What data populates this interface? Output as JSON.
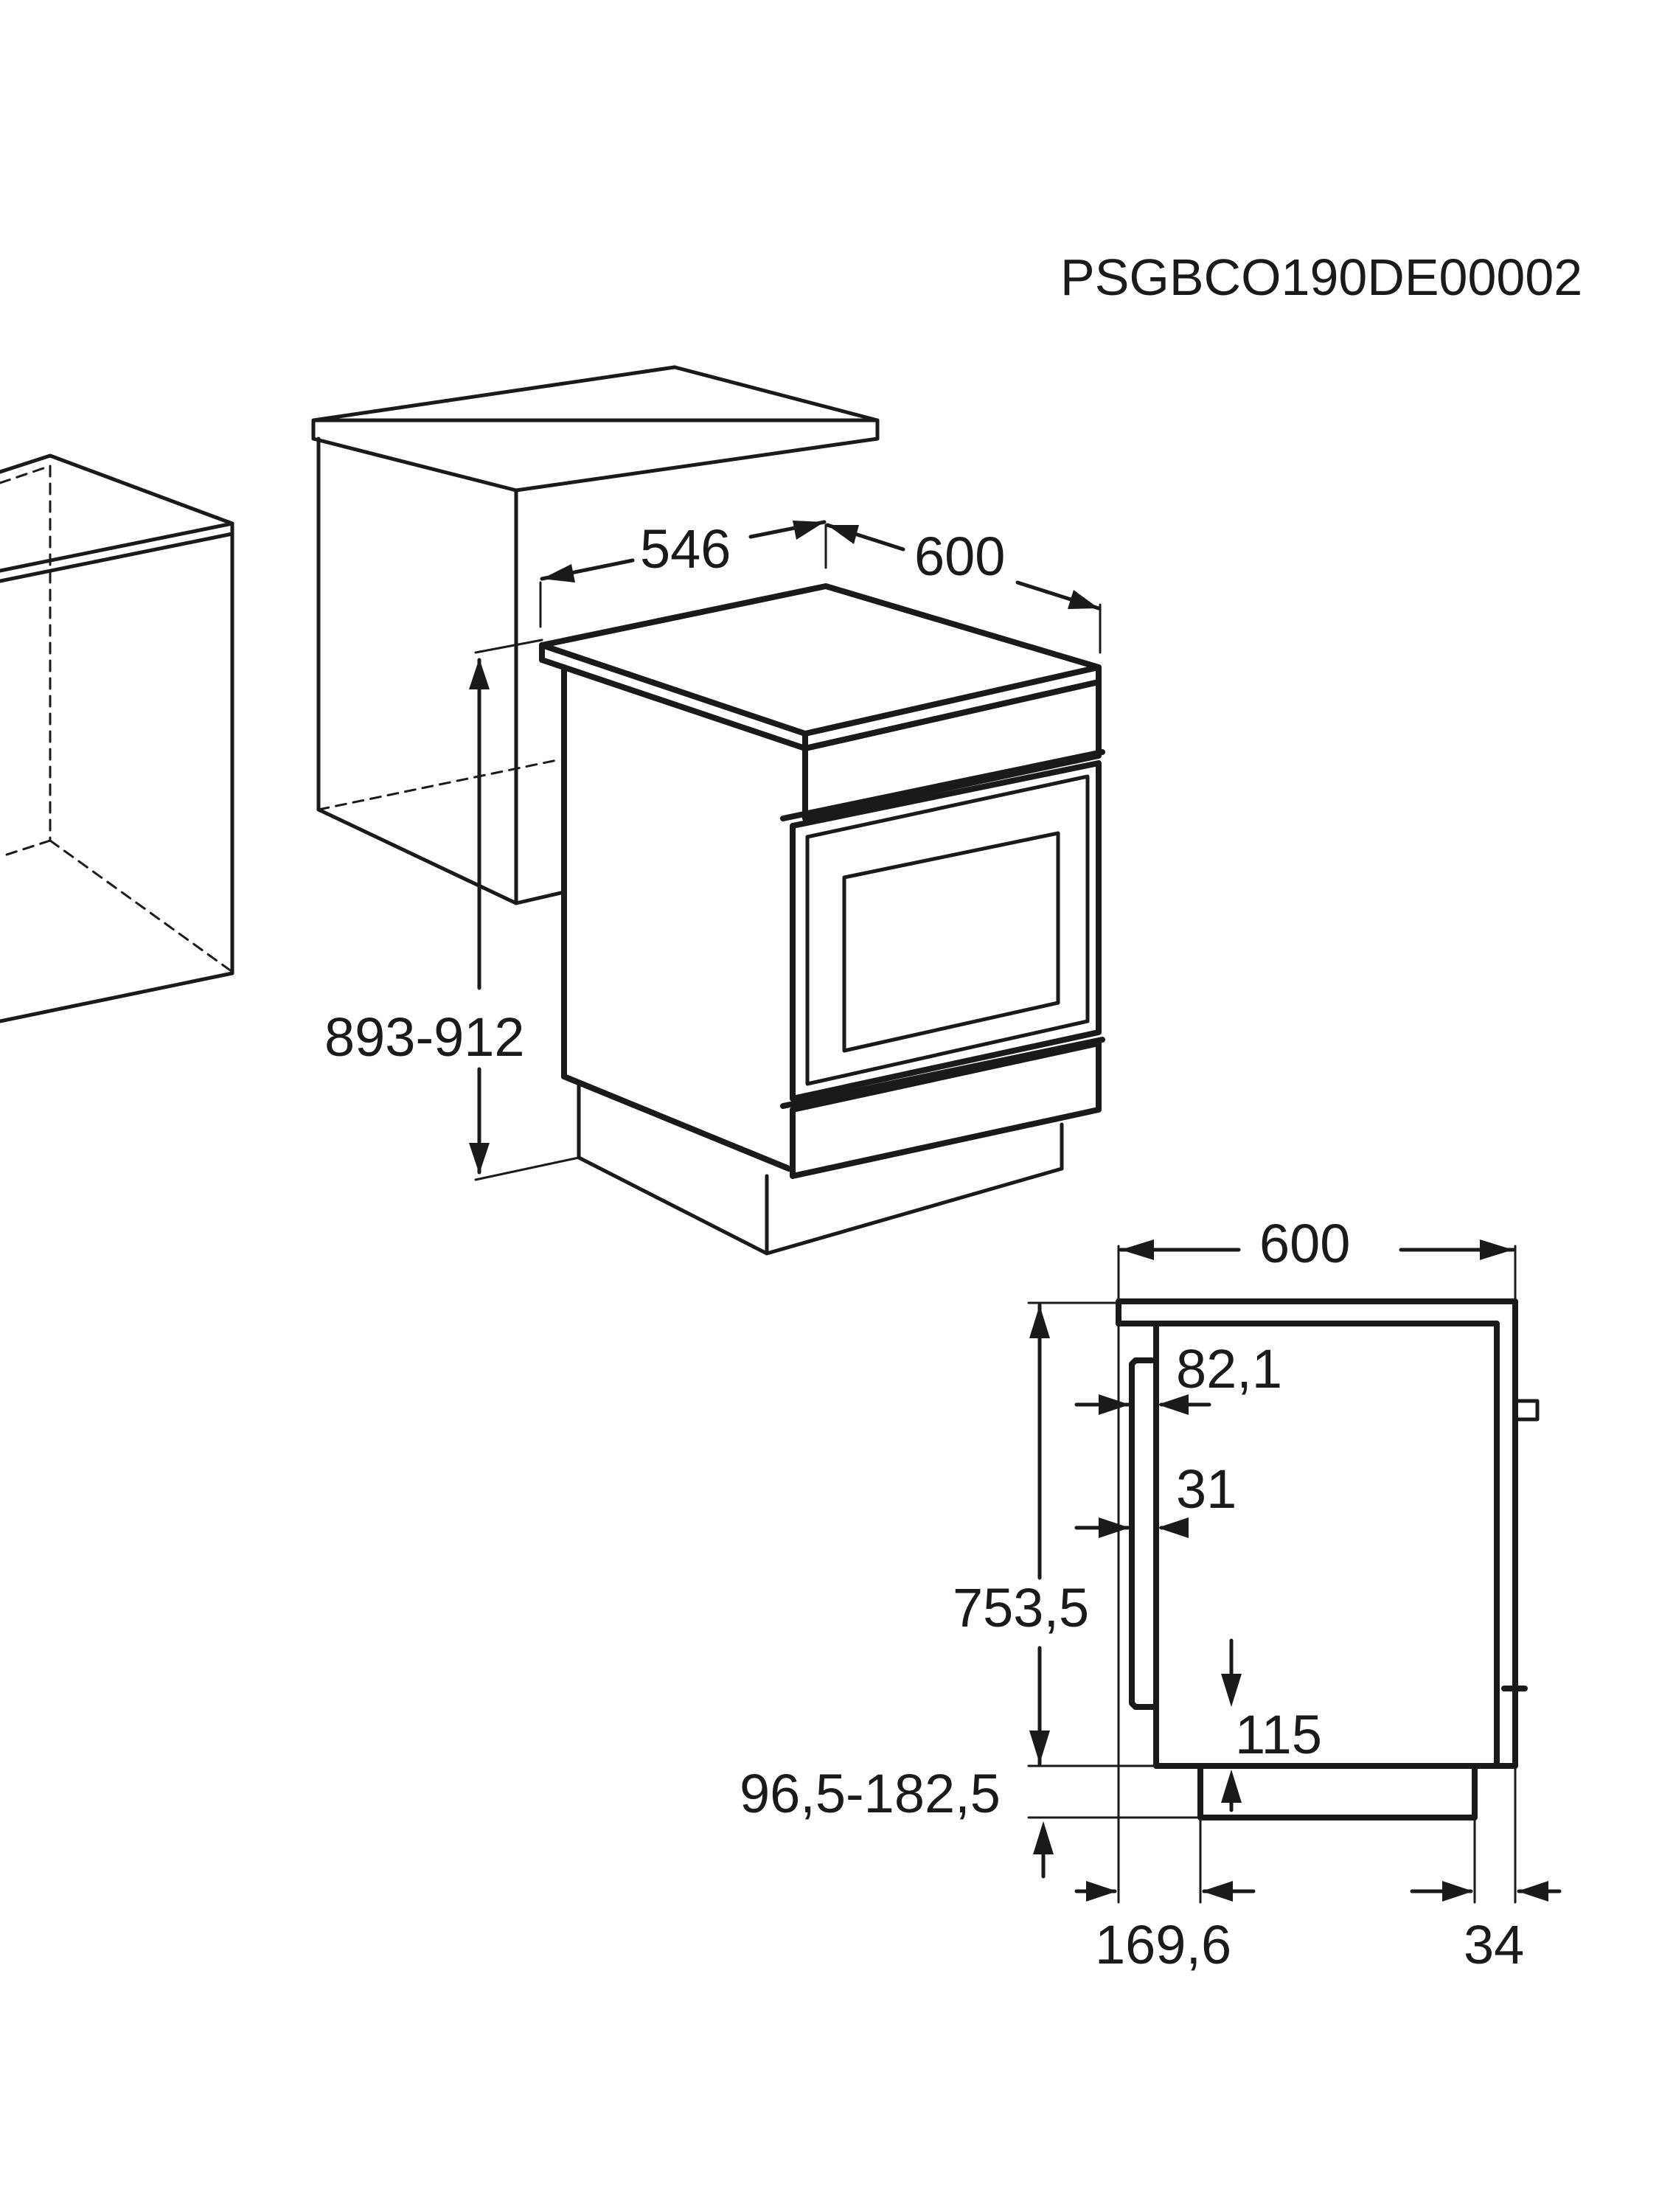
{
  "reference_code": "PSGBCO190DE00002",
  "perspective_view": {
    "width_label": "600",
    "depth_label": "546",
    "height_label": "893-912"
  },
  "side_view": {
    "width_label": "600",
    "height_label": "753,5",
    "door_gap_label": "82,1",
    "handle_label": "31",
    "plinth_label": "115",
    "foot_range_label": "96,5-182,5",
    "front_offset_label": "169,6",
    "rear_offset_label": "34"
  }
}
